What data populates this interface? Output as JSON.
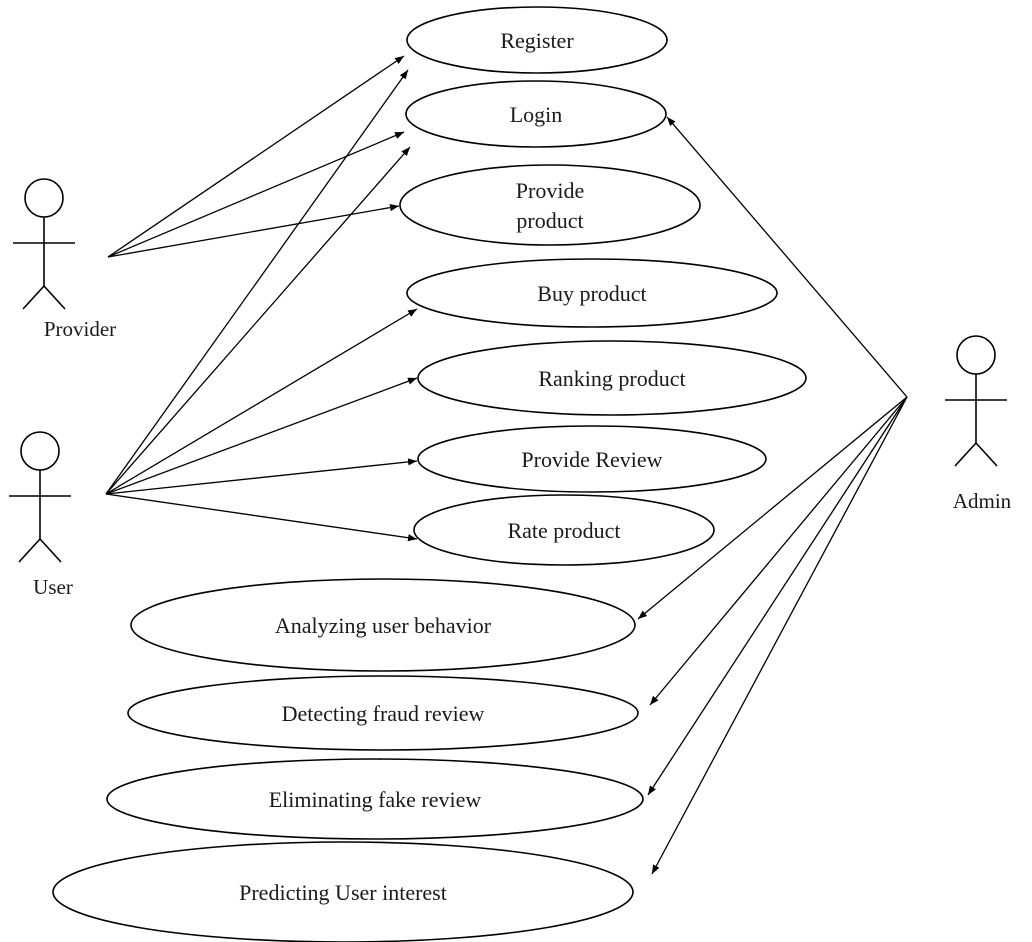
{
  "actors": [
    {
      "id": "provider",
      "label": "Provider"
    },
    {
      "id": "user",
      "label": "User"
    },
    {
      "id": "admin",
      "label": "Admin"
    }
  ],
  "use_cases": [
    {
      "id": "register",
      "lines": [
        "Register"
      ]
    },
    {
      "id": "login",
      "lines": [
        "Login"
      ]
    },
    {
      "id": "provide-product",
      "lines": [
        "Provide",
        "product"
      ]
    },
    {
      "id": "buy-product",
      "lines": [
        "Buy product"
      ]
    },
    {
      "id": "ranking-product",
      "lines": [
        "Ranking product"
      ]
    },
    {
      "id": "provide-review",
      "lines": [
        "Provide Review"
      ]
    },
    {
      "id": "rate-product",
      "lines": [
        "Rate product"
      ]
    },
    {
      "id": "analyzing-user-behavior",
      "lines": [
        "Analyzing user behavior"
      ]
    },
    {
      "id": "detecting-fraud-review",
      "lines": [
        "Detecting fraud review"
      ]
    },
    {
      "id": "eliminating-fake-review",
      "lines": [
        "Eliminating fake review"
      ]
    },
    {
      "id": "predicting-user-interest",
      "lines": [
        "Predicting User interest"
      ]
    }
  ],
  "associations": [
    {
      "from": "provider",
      "to": "register"
    },
    {
      "from": "provider",
      "to": "login"
    },
    {
      "from": "provider",
      "to": "provide-product"
    },
    {
      "from": "user",
      "to": "register"
    },
    {
      "from": "user",
      "to": "login"
    },
    {
      "from": "user",
      "to": "buy-product"
    },
    {
      "from": "user",
      "to": "ranking-product"
    },
    {
      "from": "user",
      "to": "provide-review"
    },
    {
      "from": "user",
      "to": "rate-product"
    },
    {
      "from": "admin",
      "to": "login"
    },
    {
      "from": "admin",
      "to": "analyzing-user-behavior"
    },
    {
      "from": "admin",
      "to": "detecting-fraud-review"
    },
    {
      "from": "admin",
      "to": "eliminating-fake-review"
    },
    {
      "from": "admin",
      "to": "predicting-user-interest"
    }
  ]
}
